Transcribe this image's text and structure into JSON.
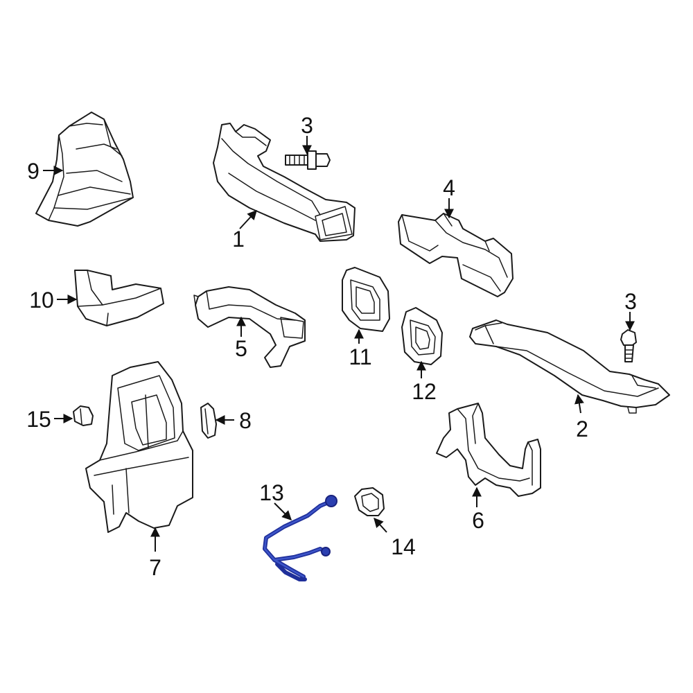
{
  "diagram": {
    "highlight_color": "#1f2f9a",
    "callouts": {
      "c1": "1",
      "c2": "2",
      "c3a": "3",
      "c3b": "3",
      "c4": "4",
      "c5": "5",
      "c6": "6",
      "c7": "7",
      "c8": "8",
      "c9": "9",
      "c10": "10",
      "c11": "11",
      "c12": "12",
      "c13": "13",
      "c14": "14",
      "c15": "15"
    }
  }
}
